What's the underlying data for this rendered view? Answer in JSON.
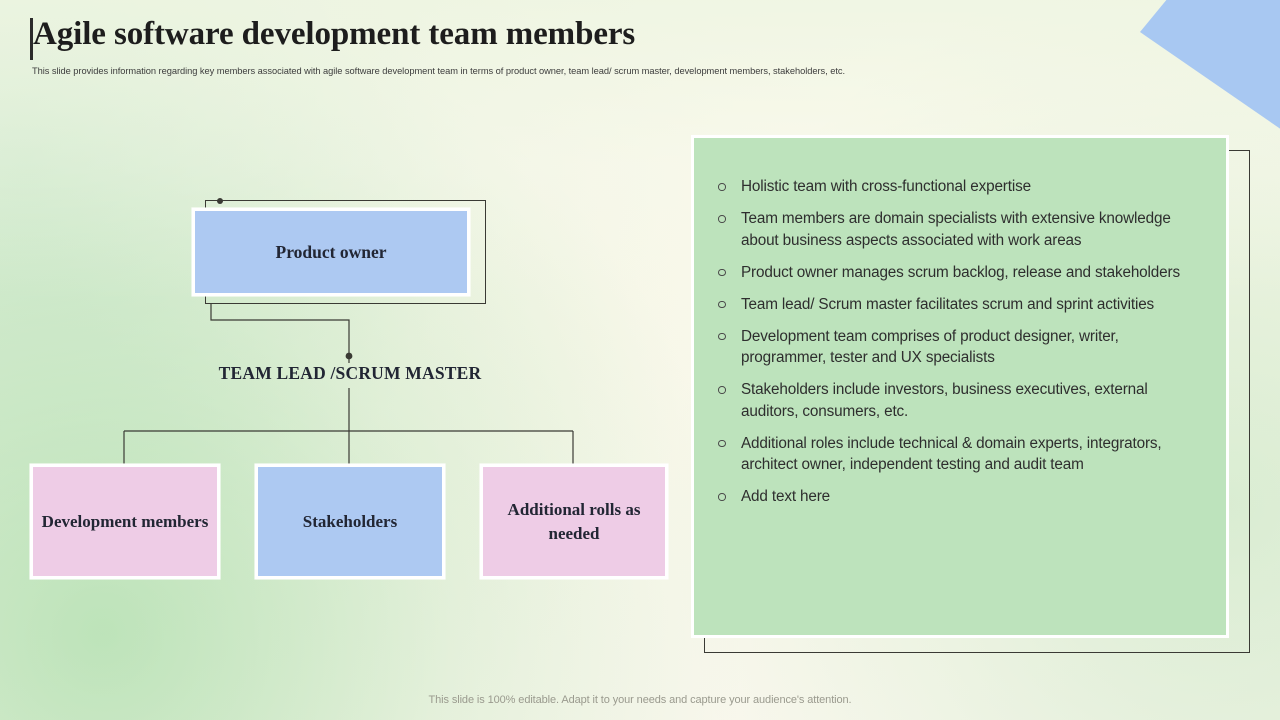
{
  "slide": {
    "title": "Agile software development team members",
    "subtitle": "This slide provides information regarding key members associated with agile software development team in terms of product owner, team lead/ scrum master, development members, stakeholders, etc.",
    "footer": "This slide is 100% editable. Adapt it to your needs and capture your audience's attention."
  },
  "colors": {
    "blue_node": "#ADC9F2",
    "pink_node": "#EECCE6",
    "green_panel": "#BDE3BC",
    "chevron": "#A8C8F2",
    "outline": "#3A3A34",
    "text_dark": "#222634",
    "background": "#F7F8EE"
  },
  "diagram": {
    "nodes": {
      "product_owner": "Product owner",
      "team_lead": "TEAM LEAD /SCRUM MASTER",
      "development_members": "Development members",
      "stakeholders": "Stakeholders",
      "additional_rolls": "Additional rolls as needed"
    }
  },
  "panel": {
    "bullets": [
      "Holistic team with cross-functional expertise",
      "Team members are domain specialists with extensive knowledge about business aspects associated with work areas",
      "Product owner manages scrum backlog, release and stakeholders",
      "Team lead/ Scrum master facilitates scrum and sprint activities",
      "Development team comprises of product designer, writer, programmer, tester and UX specialists",
      "Stakeholders include investors, business executives, external auditors, consumers, etc.",
      "Additional roles include technical & domain experts, integrators, architect owner, independent testing and audit team",
      "Add text here"
    ]
  }
}
